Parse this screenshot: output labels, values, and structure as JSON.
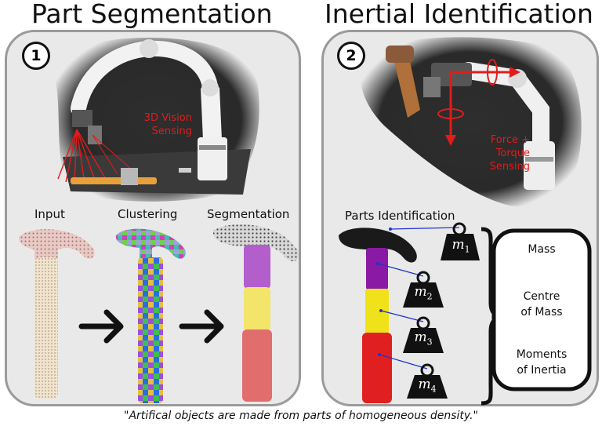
{
  "left_title": "Part Segmentation",
  "right_title": "Inertial Identification",
  "panel1": {
    "number": "1",
    "sensing_label_line1": "3D Vision",
    "sensing_label_line2": "Sensing",
    "input_label": "Input",
    "clustering_label": "Clustering",
    "segmentation_label": "Segmentation"
  },
  "panel2": {
    "number": "2",
    "sensing_label_line1": "Force +",
    "sensing_label_line2": "Torque",
    "sensing_label_line3": "Sensing",
    "parts_label": "Parts Identification",
    "masses": [
      {
        "base": "m",
        "sub": "1"
      },
      {
        "base": "m",
        "sub": "2"
      },
      {
        "base": "m",
        "sub": "3"
      },
      {
        "base": "m",
        "sub": "4"
      }
    ],
    "box_items": [
      "Mass",
      "Centre\nof Mass",
      "Moments\nof Inertia"
    ]
  },
  "caption": "\"Artifical objects are made from parts of homogeneous density.\"",
  "colors": {
    "head_black": "#1a1a1a",
    "purple": "#8a1aa5",
    "yellow": "#f0e21a",
    "red_part": "#e02020",
    "annotation_red": "#e21b1b",
    "link_blue": "#2233cc"
  }
}
